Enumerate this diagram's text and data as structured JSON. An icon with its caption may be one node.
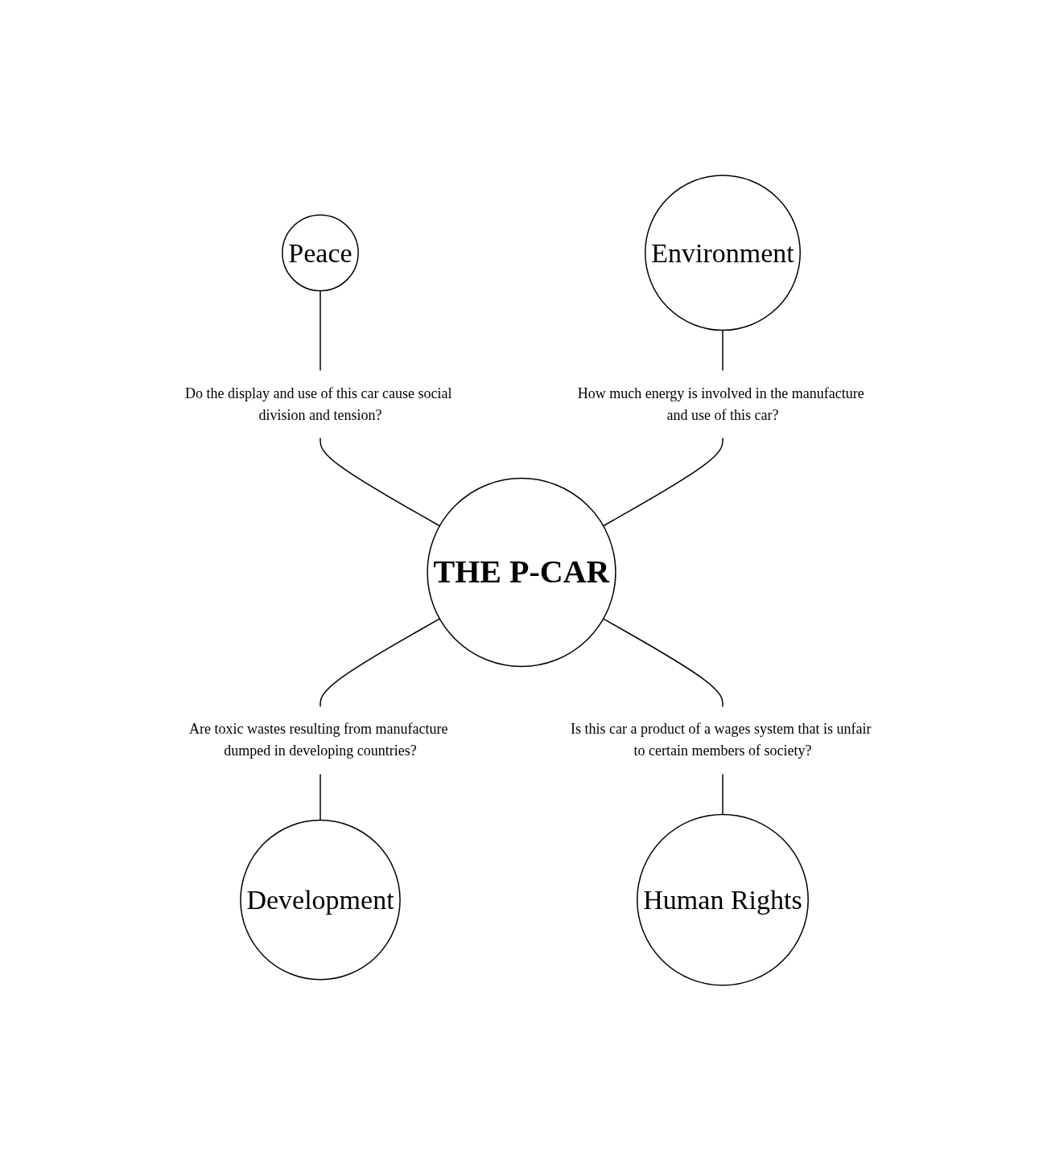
{
  "diagram": {
    "nodes": [
      {
        "text": [
          "Peace"
        ]
      },
      {
        "text": [
          "Environment"
        ]
      },
      {
        "text": [
          "Do the display and use of this car cause social division and tension?"
        ]
      },
      {
        "text": [
          "How much energy is involved in the manufacture and use of this car?"
        ]
      },
      {
        "text": [
          "THE P-CAR"
        ]
      },
      {
        "text": [
          "Are toxic wastes resulting from manufacture dumped in developing countries?"
        ]
      },
      {
        "text": [
          "Is this car a product of a wages system that is unfair to certain members of society?"
        ]
      },
      {
        "text": [
          "Development"
        ]
      },
      {
        "text": [
          "Human Rights"
        ]
      }
    ],
    "edges": [
      {
        "from": 0,
        "to": 2,
        "arrow": "none"
      },
      {
        "from": 1,
        "to": 3,
        "arrow": "none"
      },
      {
        "from": 2,
        "to": 4,
        "arrow": "none"
      },
      {
        "from": 3,
        "to": 4,
        "arrow": "none"
      },
      {
        "from": 4,
        "to": 5,
        "arrow": "none"
      },
      {
        "from": 4,
        "to": 6,
        "arrow": "none"
      },
      {
        "from": 5,
        "to": 7,
        "arrow": "none"
      },
      {
        "from": 6,
        "to": 8,
        "arrow": "none"
      }
    ]
  }
}
